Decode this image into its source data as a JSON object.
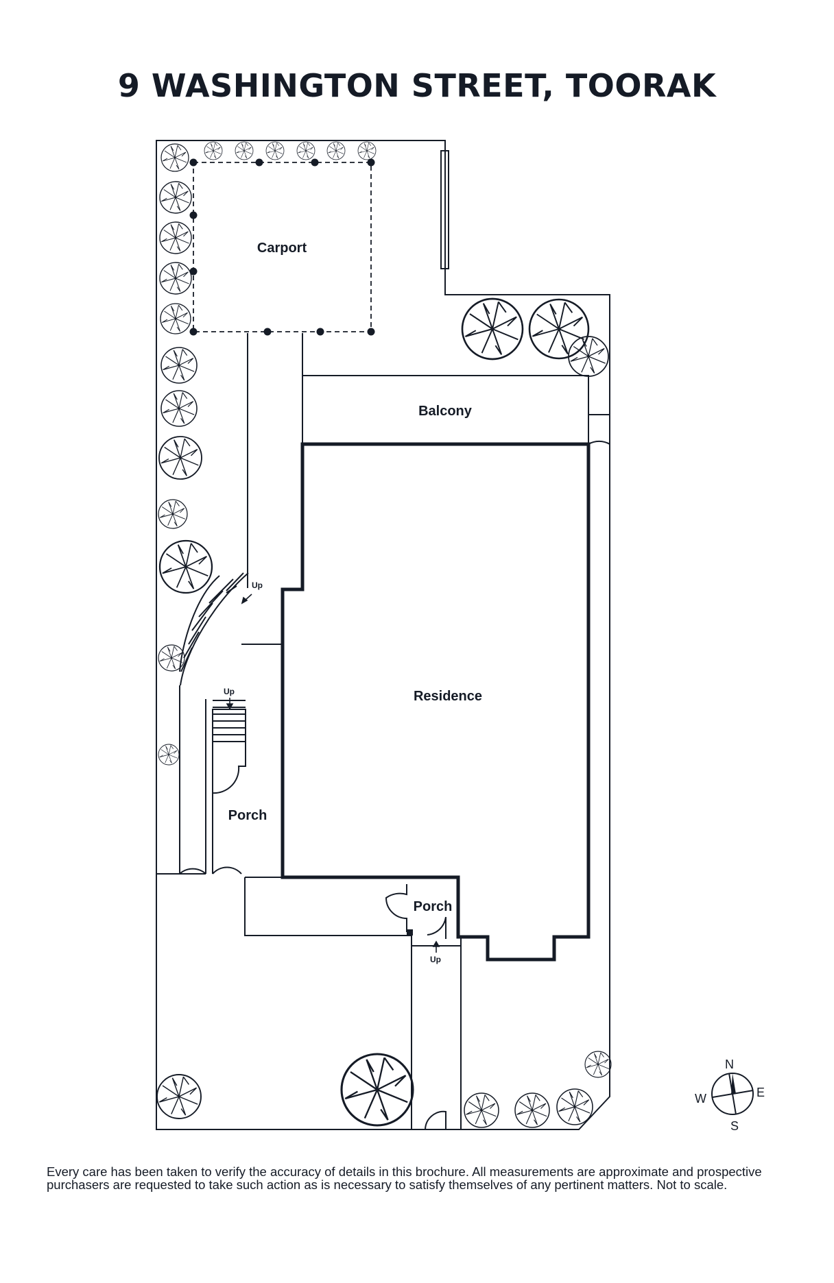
{
  "title": "9 WASHINGTON STREET, TOORAK",
  "rooms": {
    "carport": "Carport",
    "balcony": "Balcony",
    "residence": "Residence",
    "porch_west": "Porch",
    "porch_south": "Porch"
  },
  "stairs": {
    "up_curved": "Up",
    "up_straight": "Up",
    "up_front": "Up"
  },
  "compass": {
    "n": "N",
    "e": "E",
    "s": "S",
    "w": "W"
  },
  "disclaimer": {
    "line1": "Every care has been taken to verify the accuracy of details in this brochure. All measurements are approximate and prospective",
    "line2": "purchasers are requested to take such action as is necessary to satisfy themselves of any pertinent matters. Not to scale."
  },
  "colors": {
    "ink": "#151b26",
    "background": "#ffffff"
  }
}
